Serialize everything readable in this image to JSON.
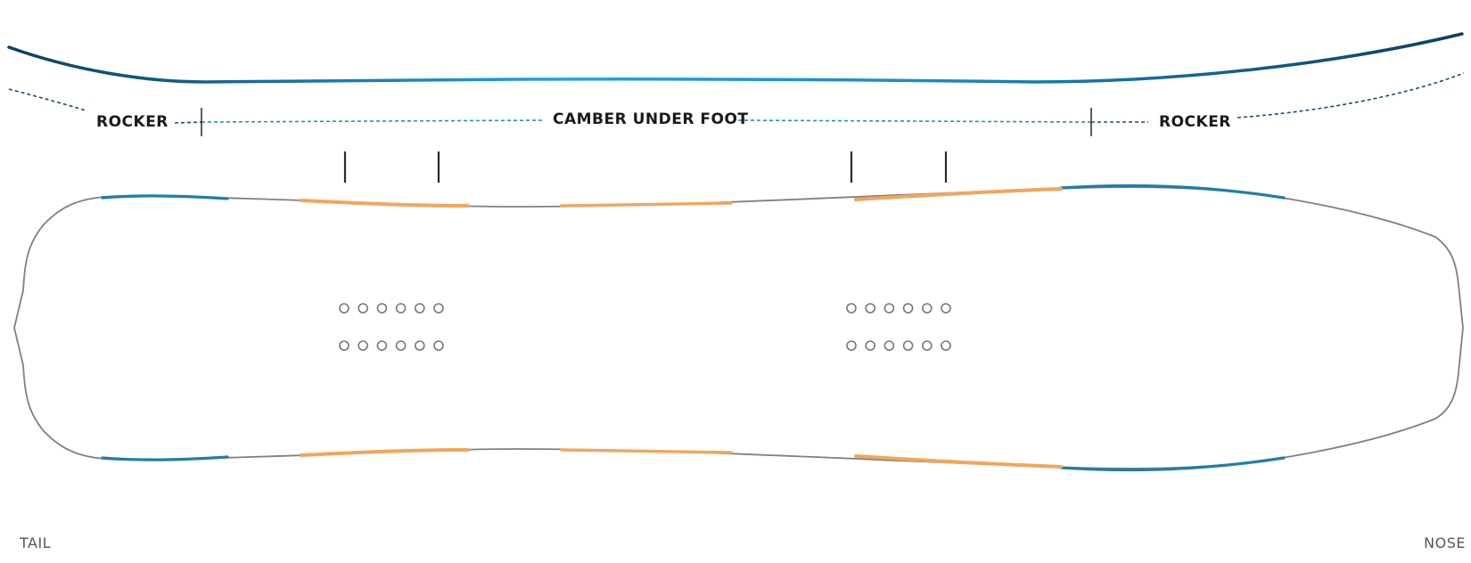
{
  "profile": {
    "zones": [
      {
        "label": "ROCKER"
      },
      {
        "label": "CAMBER UNDER FOOT"
      },
      {
        "label": "ROCKER"
      }
    ]
  },
  "ends": {
    "tail": "TAIL",
    "nose": "NOSE"
  },
  "colors": {
    "profile_dark": "#0e4a6e",
    "profile_light": "#1aa3d8",
    "outline": "#808080",
    "sidecut_accent": "#f2a65a",
    "end_accent": "#1e7fa8",
    "dash_dark": "#1b4f72",
    "dash_light": "#2aa5d6",
    "label": "#1a1a1a",
    "end_label": "#555555"
  },
  "bindings": {
    "rear": {
      "holes_per_row": 6,
      "rows": 2
    },
    "front": {
      "holes_per_row": 6,
      "rows": 2
    }
  }
}
